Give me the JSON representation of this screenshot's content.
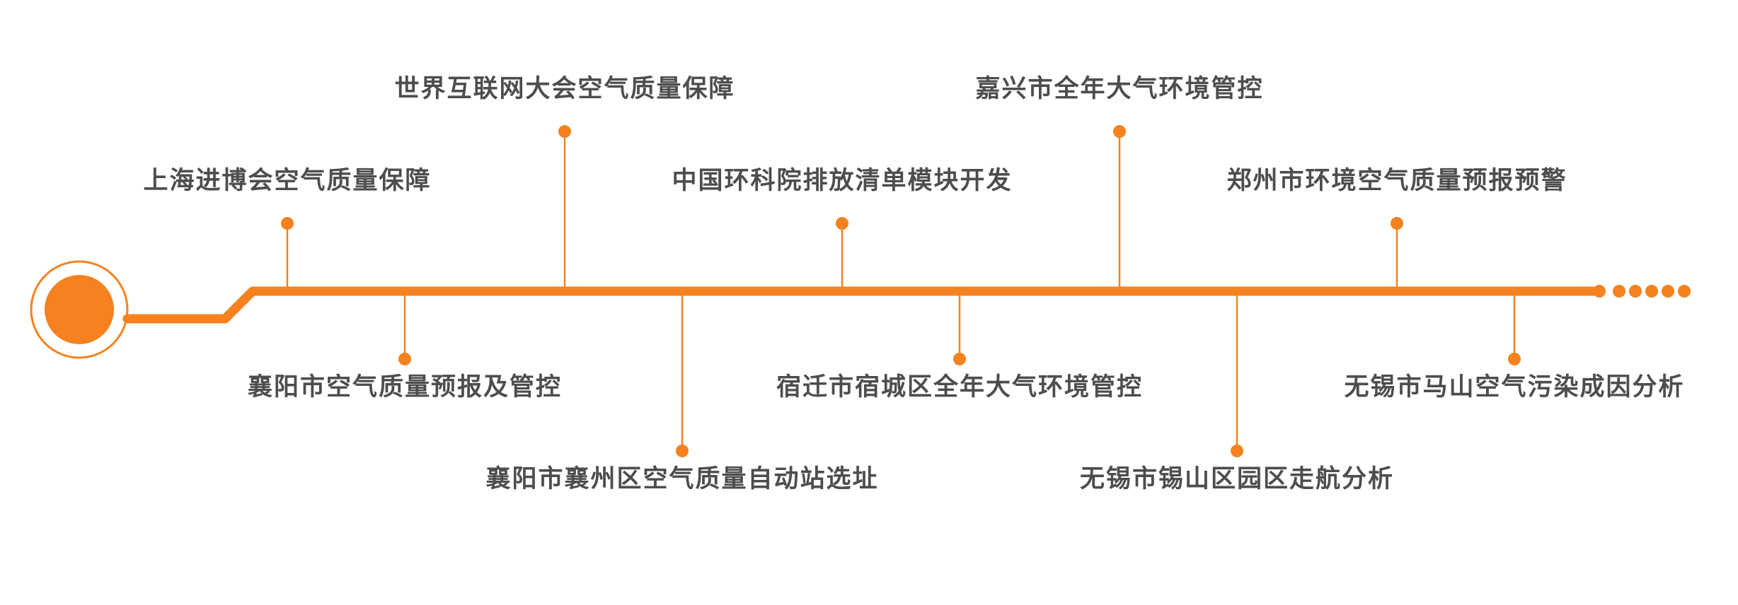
{
  "colors": {
    "accent": "#f5821f",
    "text": "#4d4d4d",
    "background": "#ffffff"
  },
  "timeline": {
    "top_items": [
      {
        "label": "上海进博会空气质量保障",
        "level": 1
      },
      {
        "label": "世界互联网大会空气质量保障",
        "level": 2
      },
      {
        "label": "中国环科院排放清单模块开发",
        "level": 1
      },
      {
        "label": "嘉兴市全年大气环境管控",
        "level": 2
      },
      {
        "label": "郑州市环境空气质量预报预警",
        "level": 1
      }
    ],
    "bottom_items": [
      {
        "label": "襄阳市空气质量预报及管控",
        "level": 1
      },
      {
        "label": "襄阳市襄州区空气质量自动站选址",
        "level": 2
      },
      {
        "label": "宿迁市宿城区全年大气环境管控",
        "level": 1
      },
      {
        "label": "无锡市锡山区园区走航分析",
        "level": 2
      },
      {
        "label": "无锡市马山空气污染成因分析",
        "level": 1
      }
    ]
  }
}
